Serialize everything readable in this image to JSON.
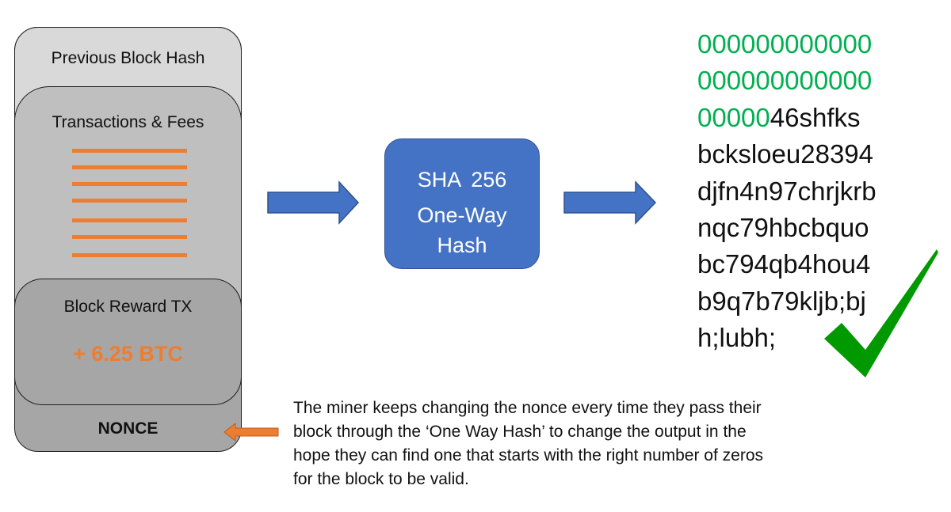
{
  "block": {
    "previous_hash_label": "Previous Block Hash",
    "transactions_label": "Transactions & Fees",
    "reward_label": "Block Reward TX",
    "reward_amount": "+ 6.25 BTC",
    "nonce_label": "NONCE"
  },
  "hash_function": {
    "line1": "SHA 256",
    "line2": "One-Way",
    "line3": "Hash"
  },
  "hash_output": {
    "line1_zeros": "000000000000",
    "line2_zeros": "000000000000",
    "line3_zeros": "00000",
    "line3_rest": "46shfks",
    "line4": "bcksloeu28394",
    "line5": "djfn4n97chrjkrb",
    "line6": "nqc79hbcbquo",
    "line7": "bc794qb4hou4",
    "line8": "b9q7b79kljb;bj",
    "line9": "h;lubh;"
  },
  "caption": {
    "line1": "The miner keeps changing the nonce every time they pass their",
    "line2": "block through the ‘One Way Hash’ to change the output in the",
    "line3": "hope they can find one that starts with the right number of zeros",
    "line4": "for the block to be valid."
  },
  "icons": {
    "valid": "checkmark-icon",
    "flow": "right-arrow-icon",
    "pointer": "left-arrow-icon"
  },
  "colors": {
    "accent_orange": "#ed7d31",
    "hash_blue": "#4472c4",
    "zeros_green": "#00b050",
    "check_green": "#009a00"
  }
}
